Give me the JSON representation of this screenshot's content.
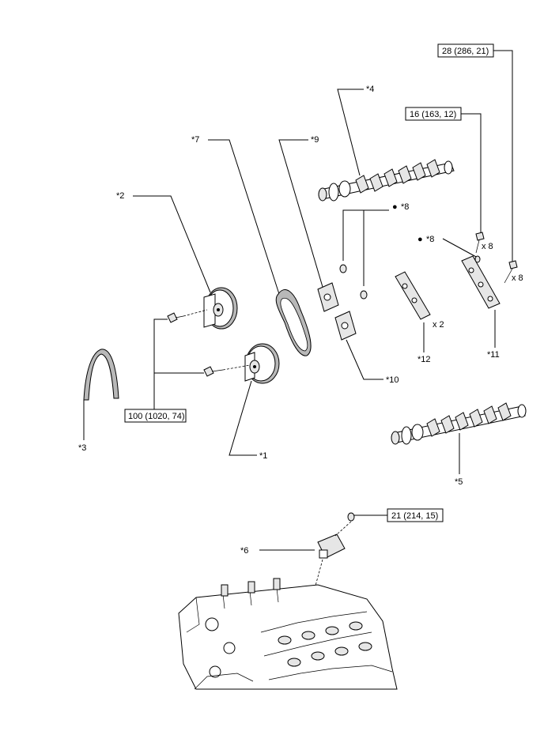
{
  "callouts": {
    "c1": "*1",
    "c2": "*2",
    "c3": "*3",
    "c4": "*4",
    "c5": "*5",
    "c6": "*6",
    "c7": "*7",
    "c8a": "*8",
    "c8b": "*8",
    "c9": "*9",
    "c10": "*10",
    "c11": "*11",
    "c12": "*12"
  },
  "torque": {
    "t28": "28 (286, 21)",
    "t16": "16 (163, 12)",
    "t100": "100 (1020, 74)",
    "t21": "21 (214, 15)"
  },
  "quantities": {
    "q1": "x 8",
    "q2": "x 8",
    "q3": "x 2"
  },
  "markers": {
    "dot": "●"
  }
}
